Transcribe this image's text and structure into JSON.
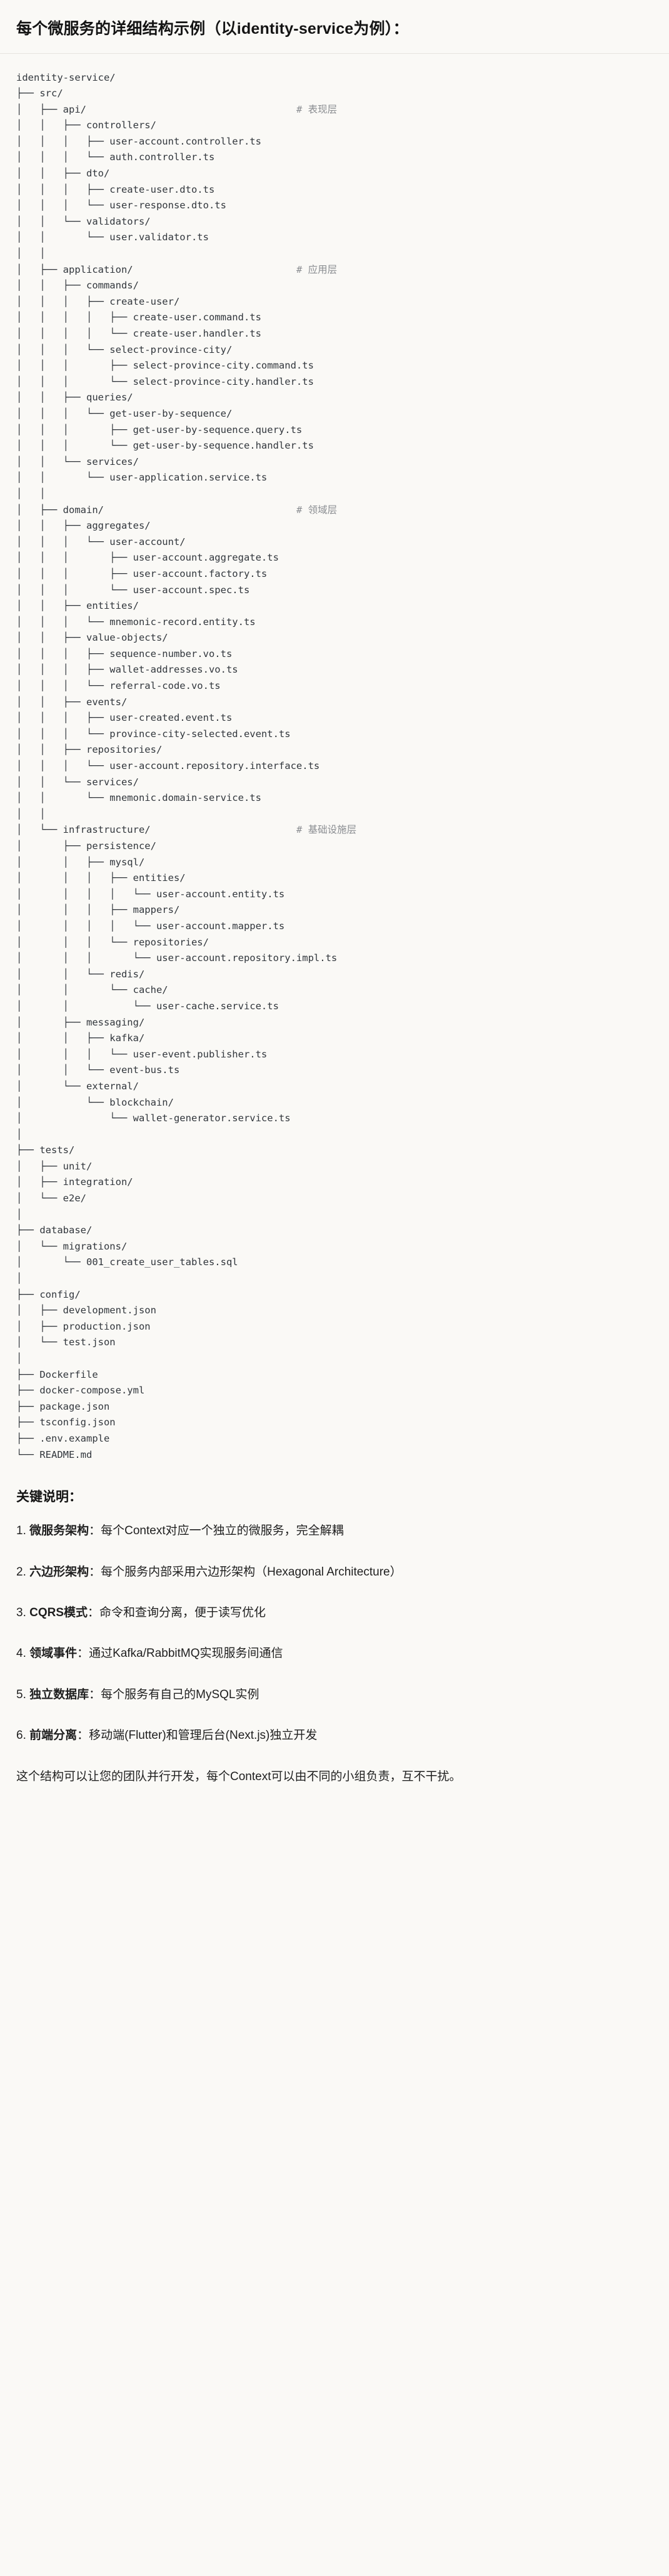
{
  "header": {
    "title": "每个微服务的详细结构示例（以identity-service为例）："
  },
  "tree": {
    "root": "identity-service/",
    "lines": [
      {
        "text": "identity-service/",
        "comment": ""
      },
      {
        "text": "├── src/",
        "comment": ""
      },
      {
        "text": "│   ├── api/",
        "comment": "# 表现层"
      },
      {
        "text": "│   │   ├── controllers/",
        "comment": ""
      },
      {
        "text": "│   │   │   ├── user-account.controller.ts",
        "comment": ""
      },
      {
        "text": "│   │   │   └── auth.controller.ts",
        "comment": ""
      },
      {
        "text": "│   │   ├── dto/",
        "comment": ""
      },
      {
        "text": "│   │   │   ├── create-user.dto.ts",
        "comment": ""
      },
      {
        "text": "│   │   │   └── user-response.dto.ts",
        "comment": ""
      },
      {
        "text": "│   │   └── validators/",
        "comment": ""
      },
      {
        "text": "│   │       └── user.validator.ts",
        "comment": ""
      },
      {
        "text": "│   │",
        "comment": ""
      },
      {
        "text": "│   ├── application/",
        "comment": "# 应用层"
      },
      {
        "text": "│   │   ├── commands/",
        "comment": ""
      },
      {
        "text": "│   │   │   ├── create-user/",
        "comment": ""
      },
      {
        "text": "│   │   │   │   ├── create-user.command.ts",
        "comment": ""
      },
      {
        "text": "│   │   │   │   └── create-user.handler.ts",
        "comment": ""
      },
      {
        "text": "│   │   │   └── select-province-city/",
        "comment": ""
      },
      {
        "text": "│   │   │       ├── select-province-city.command.ts",
        "comment": ""
      },
      {
        "text": "│   │   │       └── select-province-city.handler.ts",
        "comment": ""
      },
      {
        "text": "│   │   ├── queries/",
        "comment": ""
      },
      {
        "text": "│   │   │   └── get-user-by-sequence/",
        "comment": ""
      },
      {
        "text": "│   │   │       ├── get-user-by-sequence.query.ts",
        "comment": ""
      },
      {
        "text": "│   │   │       └── get-user-by-sequence.handler.ts",
        "comment": ""
      },
      {
        "text": "│   │   └── services/",
        "comment": ""
      },
      {
        "text": "│   │       └── user-application.service.ts",
        "comment": ""
      },
      {
        "text": "│   │",
        "comment": ""
      },
      {
        "text": "│   ├── domain/",
        "comment": "# 领域层"
      },
      {
        "text": "│   │   ├── aggregates/",
        "comment": ""
      },
      {
        "text": "│   │   │   └── user-account/",
        "comment": ""
      },
      {
        "text": "│   │   │       ├── user-account.aggregate.ts",
        "comment": ""
      },
      {
        "text": "│   │   │       ├── user-account.factory.ts",
        "comment": ""
      },
      {
        "text": "│   │   │       └── user-account.spec.ts",
        "comment": ""
      },
      {
        "text": "│   │   ├── entities/",
        "comment": ""
      },
      {
        "text": "│   │   │   └── mnemonic-record.entity.ts",
        "comment": ""
      },
      {
        "text": "│   │   ├── value-objects/",
        "comment": ""
      },
      {
        "text": "│   │   │   ├── sequence-number.vo.ts",
        "comment": ""
      },
      {
        "text": "│   │   │   ├── wallet-addresses.vo.ts",
        "comment": ""
      },
      {
        "text": "│   │   │   └── referral-code.vo.ts",
        "comment": ""
      },
      {
        "text": "│   │   ├── events/",
        "comment": ""
      },
      {
        "text": "│   │   │   ├── user-created.event.ts",
        "comment": ""
      },
      {
        "text": "│   │   │   └── province-city-selected.event.ts",
        "comment": ""
      },
      {
        "text": "│   │   ├── repositories/",
        "comment": ""
      },
      {
        "text": "│   │   │   └── user-account.repository.interface.ts",
        "comment": ""
      },
      {
        "text": "│   │   └── services/",
        "comment": ""
      },
      {
        "text": "│   │       └── mnemonic.domain-service.ts",
        "comment": ""
      },
      {
        "text": "│   │",
        "comment": ""
      },
      {
        "text": "│   └── infrastructure/",
        "comment": "# 基础设施层"
      },
      {
        "text": "│       ├── persistence/",
        "comment": ""
      },
      {
        "text": "│       │   ├── mysql/",
        "comment": ""
      },
      {
        "text": "│       │   │   ├── entities/",
        "comment": ""
      },
      {
        "text": "│       │   │   │   └── user-account.entity.ts",
        "comment": ""
      },
      {
        "text": "│       │   │   ├── mappers/",
        "comment": ""
      },
      {
        "text": "│       │   │   │   └── user-account.mapper.ts",
        "comment": ""
      },
      {
        "text": "│       │   │   └── repositories/",
        "comment": ""
      },
      {
        "text": "│       │   │       └── user-account.repository.impl.ts",
        "comment": ""
      },
      {
        "text": "│       │   └── redis/",
        "comment": ""
      },
      {
        "text": "│       │       └── cache/",
        "comment": ""
      },
      {
        "text": "│       │           └── user-cache.service.ts",
        "comment": ""
      },
      {
        "text": "│       ├── messaging/",
        "comment": ""
      },
      {
        "text": "│       │   ├── kafka/",
        "comment": ""
      },
      {
        "text": "│       │   │   └── user-event.publisher.ts",
        "comment": ""
      },
      {
        "text": "│       │   └── event-bus.ts",
        "comment": ""
      },
      {
        "text": "│       └── external/",
        "comment": ""
      },
      {
        "text": "│           └── blockchain/",
        "comment": ""
      },
      {
        "text": "│               └── wallet-generator.service.ts",
        "comment": ""
      },
      {
        "text": "│",
        "comment": ""
      },
      {
        "text": "├── tests/",
        "comment": ""
      },
      {
        "text": "│   ├── unit/",
        "comment": ""
      },
      {
        "text": "│   ├── integration/",
        "comment": ""
      },
      {
        "text": "│   └── e2e/",
        "comment": ""
      },
      {
        "text": "│",
        "comment": ""
      },
      {
        "text": "├── database/",
        "comment": ""
      },
      {
        "text": "│   └── migrations/",
        "comment": ""
      },
      {
        "text": "│       └── 001_create_user_tables.sql",
        "comment": ""
      },
      {
        "text": "│",
        "comment": ""
      },
      {
        "text": "├── config/",
        "comment": ""
      },
      {
        "text": "│   ├── development.json",
        "comment": ""
      },
      {
        "text": "│   ├── production.json",
        "comment": ""
      },
      {
        "text": "│   └── test.json",
        "comment": ""
      },
      {
        "text": "│",
        "comment": ""
      },
      {
        "text": "├── Dockerfile",
        "comment": ""
      },
      {
        "text": "├── docker-compose.yml",
        "comment": ""
      },
      {
        "text": "├── package.json",
        "comment": ""
      },
      {
        "text": "├── tsconfig.json",
        "comment": ""
      },
      {
        "text": "├── .env.example",
        "comment": ""
      },
      {
        "text": "└── README.md",
        "comment": ""
      }
    ]
  },
  "keys": {
    "title": "关键说明：",
    "items": [
      {
        "num": "1. ",
        "keyword": "微服务架构",
        "body": "：每个Context对应一个独立的微服务，完全解耦"
      },
      {
        "num": "2. ",
        "keyword": "六边形架构",
        "body": "：每个服务内部采用六边形架构（Hexagonal Architecture）"
      },
      {
        "num": "3. ",
        "keyword": "CQRS模式",
        "body": "：命令和查询分离，便于读写优化"
      },
      {
        "num": "4. ",
        "keyword": "领域事件",
        "body": "：通过Kafka/RabbitMQ实现服务间通信"
      },
      {
        "num": "5. ",
        "keyword": "独立数据库",
        "body": "：每个服务有自己的MySQL实例"
      },
      {
        "num": "6. ",
        "keyword": "前端分离",
        "body": "：移动端(Flutter)和管理后台(Next.js)独立开发"
      }
    ],
    "closing": "这个结构可以让您的团队并行开发，每个Context可以由不同的小组负责，互不干扰。"
  },
  "colors": {
    "background": "#faf9f6",
    "text": "#1f1f1f",
    "code_text": "#31363c",
    "comment": "#8a8d91",
    "divider": "#e6e4df"
  }
}
